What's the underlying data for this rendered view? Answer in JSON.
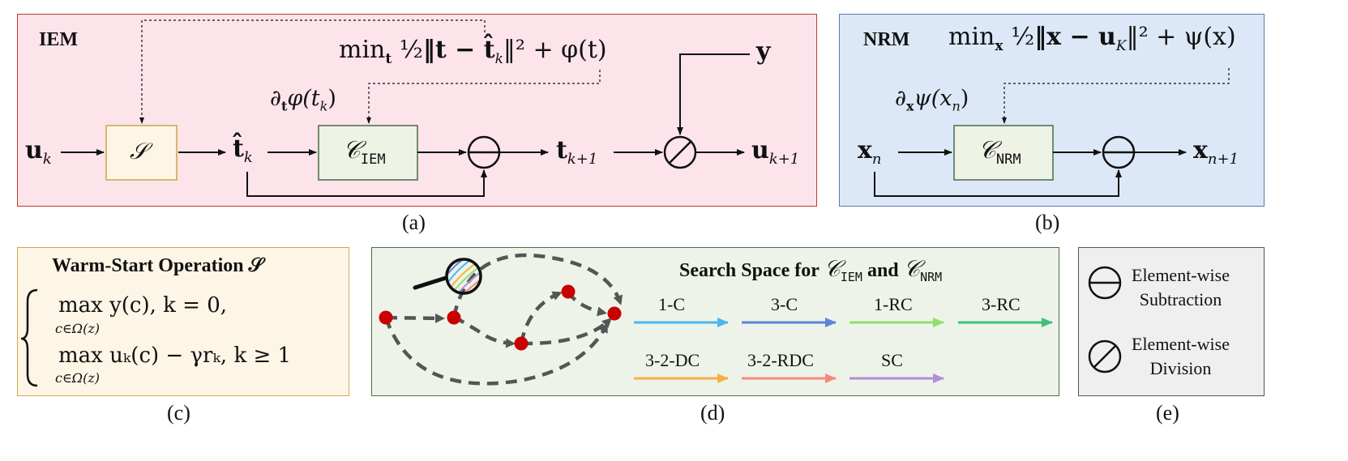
{
  "panel_a": {
    "title": "IEM",
    "caption": "(a)",
    "fill": "#fce4ea",
    "border": "#c0392b",
    "objective": "min_t ½‖t − t̂_k‖² + φ(t)",
    "objective_parts": {
      "min": "min",
      "min_sub": "t",
      "half": "½",
      "norm": "‖t − t̂",
      "norm_sub": "k",
      "norm_rest": "‖² + φ(t)"
    },
    "grad": {
      "d": "∂",
      "d_sub": "t",
      "body": "φ(t",
      "body_sub": "k",
      "close": ")"
    },
    "input": {
      "main": "u",
      "sub": "k"
    },
    "warm_op": "𝒮",
    "t_hat": {
      "main": "t̂",
      "sub": "k"
    },
    "denoiser": {
      "main": "𝒞",
      "sub": "IEM"
    },
    "t_next": {
      "main": "t",
      "sub": "k+1"
    },
    "y": "y",
    "output": {
      "main": "u",
      "sub": "k+1"
    }
  },
  "panel_b": {
    "title": "NRM",
    "caption": "(b)",
    "fill": "#dce8f7",
    "border": "#5b7ba8",
    "objective_parts": {
      "min": "min",
      "min_sub": "x",
      "half": "½",
      "norm": "‖x − u",
      "norm_sub": "K",
      "norm_rest": "‖² + ψ(x)"
    },
    "grad": {
      "d": "∂",
      "d_sub": "x",
      "body": "ψ(x",
      "body_sub": "n",
      "close": ")"
    },
    "input": {
      "main": "x",
      "sub": "n"
    },
    "denoiser": {
      "main": "𝒞",
      "sub": "NRM"
    },
    "output": {
      "main": "x",
      "sub": "n+1"
    }
  },
  "panel_c": {
    "title": "Warm-Start Operation 𝒮",
    "caption": "(c)",
    "fill": "#fdf6e6",
    "border": "#d4a84b",
    "line1": "max y(c),  k = 0,",
    "line1_sub": "c∈Ω(z)",
    "line2": "max uₖ(c) − γrₖ,  k ≥ 1",
    "line2_sub": "c∈Ω(z)"
  },
  "panel_d": {
    "title_text": "Search Space for",
    "title_op1": "𝒞",
    "title_op1_sub": "IEM",
    "title_and": "and",
    "title_op2": "𝒞",
    "title_op2_sub": "NRM",
    "caption": "(d)",
    "fill": "#eef3ea",
    "border": "#4a6b47",
    "ops": [
      {
        "label": "1-C",
        "color": "#4db6f0"
      },
      {
        "label": "3-C",
        "color": "#5b86d6"
      },
      {
        "label": "1-RC",
        "color": "#8fdf6a"
      },
      {
        "label": "3-RC",
        "color": "#3fbf7a"
      },
      {
        "label": "3-2-DC",
        "color": "#f5b041"
      },
      {
        "label": "3-2-RDC",
        "color": "#f28b7d"
      },
      {
        "label": "SC",
        "color": "#b08fd8"
      }
    ]
  },
  "panel_e": {
    "caption": "(e)",
    "fill": "#efefef",
    "border": "#555555",
    "sub_label_1": "Element-wise",
    "sub_label_2": "Subtraction",
    "div_label_1": "Element-wise",
    "div_label_2": "Division"
  }
}
